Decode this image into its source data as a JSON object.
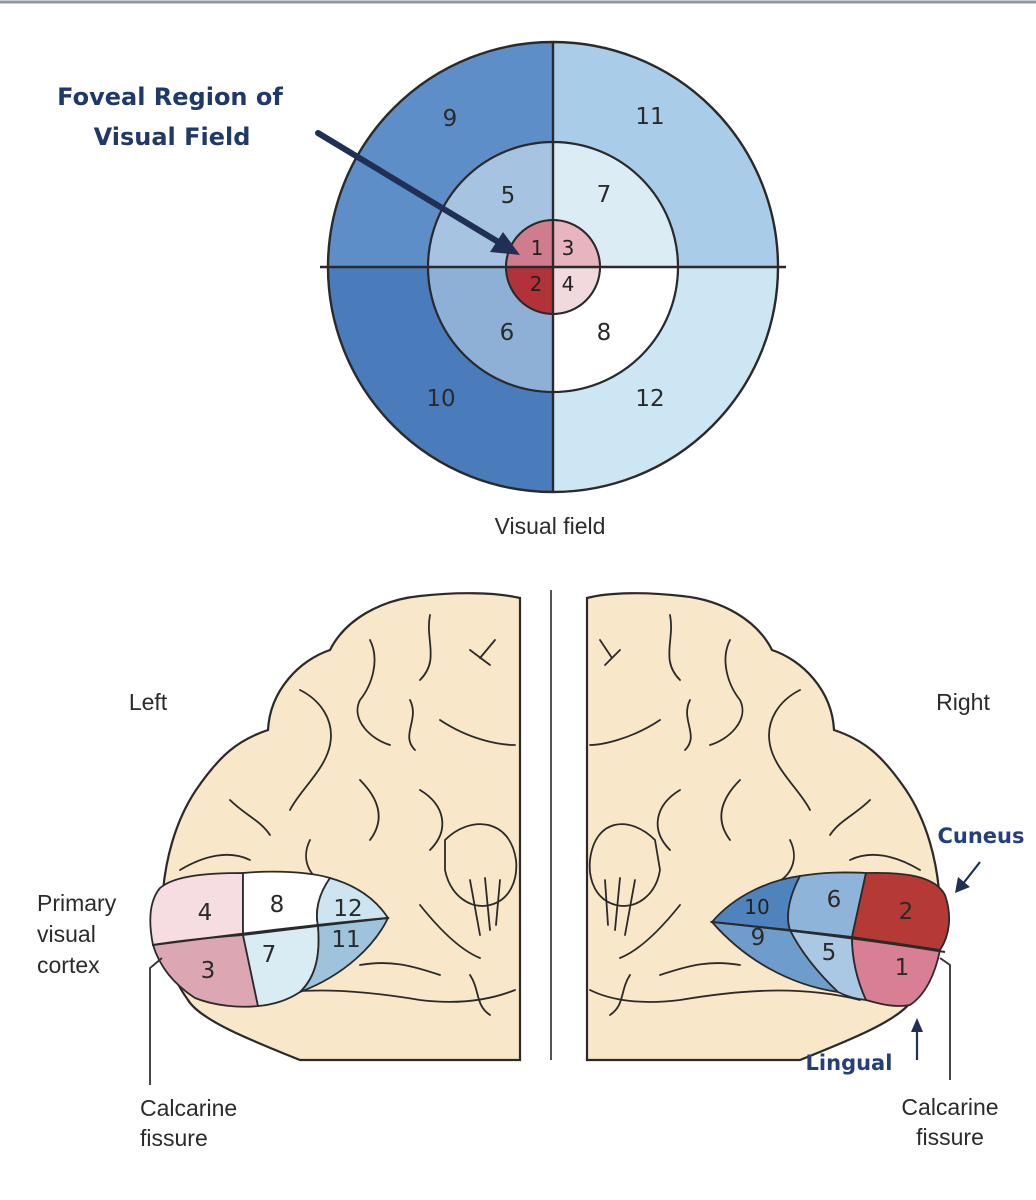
{
  "annotation": {
    "line1": "Foveal Region of",
    "line2": "Visual Field"
  },
  "visual_field": {
    "caption": "Visual field",
    "rings": {
      "outer": [
        "9",
        "11",
        "10",
        "12"
      ],
      "middle": [
        "5",
        "7",
        "6",
        "8"
      ],
      "inner": [
        "1",
        "3",
        "2",
        "4"
      ]
    },
    "colors": {
      "outer_ul": "#5d8ec7",
      "outer_ur": "#a9cde8",
      "outer_ll": "#4a7cbc",
      "outer_lr": "#cce6f3",
      "mid_ul": "#a6c4e2",
      "mid_ur": "#dcecf5",
      "mid_ll": "#8fb0d6",
      "mid_lr": "#ffffff",
      "in_ul": "#cf7c8e",
      "in_ur": "#e8b4bf",
      "in_ll": "#b3323a",
      "in_lr": "#f2d9dd"
    }
  },
  "left_hemisphere": {
    "title": "Left",
    "cortex_label": [
      "Primary",
      "visual",
      "cortex"
    ],
    "fissure_label": [
      "Calcarine",
      "fissure"
    ],
    "regions": [
      "4",
      "8",
      "12",
      "3",
      "7",
      "11"
    ]
  },
  "right_hemisphere": {
    "title": "Right",
    "cuneus_label": "Cuneus",
    "lingual_label": "Lingual",
    "fissure_label": [
      "Calcarine",
      "fissure"
    ],
    "regions": [
      "10",
      "6",
      "2",
      "9",
      "5",
      "1"
    ]
  }
}
